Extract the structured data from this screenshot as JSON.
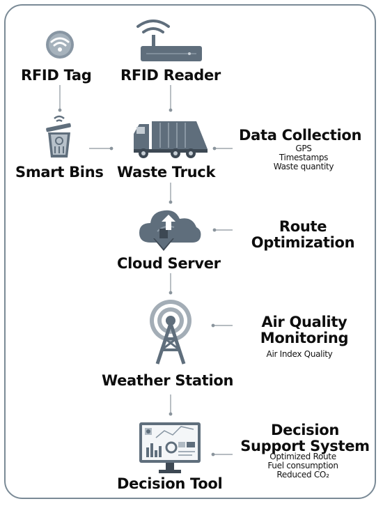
{
  "nodes": {
    "rfid_tag": "RFID Tag",
    "rfid_reader": "RFID Reader",
    "smart_bins": "Smart Bins",
    "waste_truck": "Waste Truck",
    "cloud_server": "Cloud Server",
    "weather_station": "Weather Station",
    "decision_tool": "Decision Tool"
  },
  "annotations": {
    "data_collection": {
      "title": "Data Collection",
      "items": [
        "GPS",
        "Timestamps",
        "Waste quantity"
      ]
    },
    "route_optimization": {
      "title_line1": "Route",
      "title_line2": "Optimization"
    },
    "air_quality": {
      "title_line1": "Air Quality",
      "title_line2": "Monitoring",
      "items": [
        "Air Index Quality"
      ]
    },
    "decision_support": {
      "title_line1": "Decision",
      "title_line2": "Support System",
      "items": [
        "Optimized Route",
        "Fuel consumption",
        "Reduced CO₂"
      ]
    }
  },
  "colors": {
    "icon": "#5f6e7c",
    "icon_dark": "#3d4853",
    "connector": "#8a949c",
    "frame": "#7a8a96"
  }
}
